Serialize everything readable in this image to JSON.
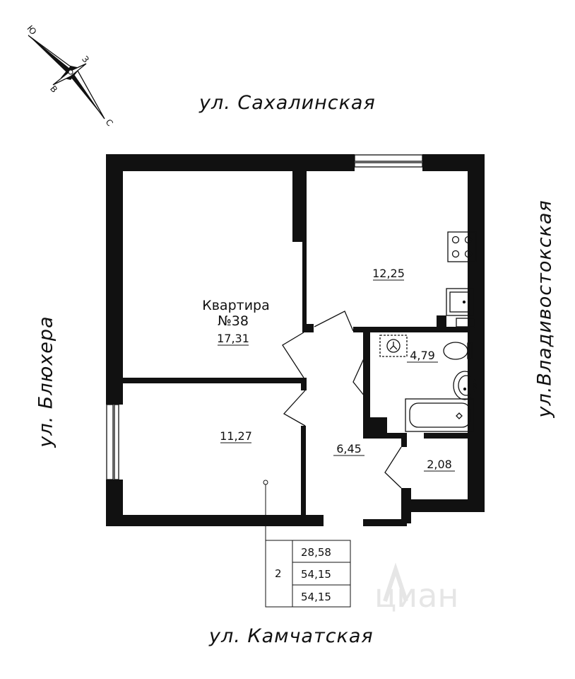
{
  "streets": {
    "top": "ул. Сахалинская",
    "bottom": "ул. Камчатская",
    "left": "ул. Блюхера",
    "right": "ул.Владивостокская"
  },
  "compass": {
    "n": "С",
    "s": "Ю",
    "e": "В",
    "w": "З"
  },
  "apartment": {
    "title": "Квартира",
    "number": "№38"
  },
  "rooms": {
    "living_large": "17,31",
    "kitchen": "12,25",
    "bathroom": "4,79",
    "bedroom": "11,27",
    "hall": "6,45",
    "storage": "2,08"
  },
  "summary_table": {
    "rooms_count": "2",
    "living_area": "28,58",
    "total_area": "54,15",
    "total_area_2": "54,15"
  },
  "watermark": "циан"
}
